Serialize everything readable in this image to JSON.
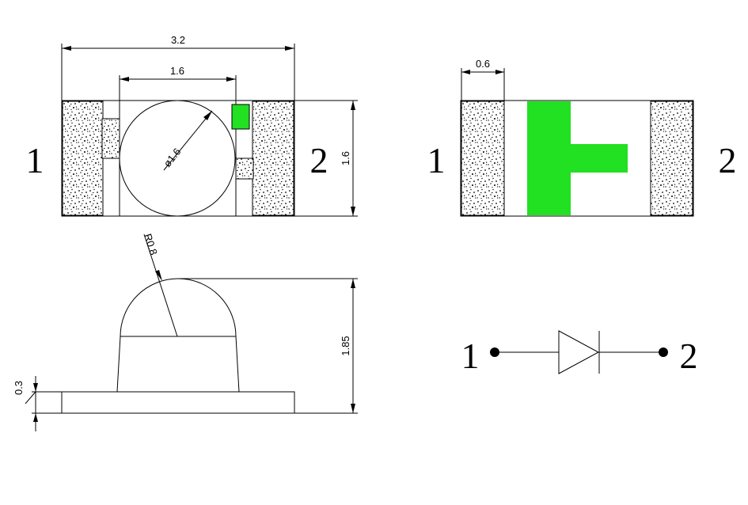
{
  "top_view": {
    "pin_left": "1",
    "pin_right": "2",
    "dim_width": "3.2",
    "dim_inner": "1.6",
    "dim_height": "1.6",
    "dim_diameter": "ø1.6"
  },
  "bottom_view": {
    "pin_left": "1",
    "pin_right": "2",
    "dim_pad": "0.6"
  },
  "side_view": {
    "dim_radius": "R0.8",
    "dim_height": "1.85",
    "dim_base": "0.3"
  },
  "schematic": {
    "pin_left": "1",
    "pin_right": "2"
  },
  "colors": {
    "polarity_mark": "#22e022",
    "line": "#000000",
    "background": "#ffffff"
  }
}
